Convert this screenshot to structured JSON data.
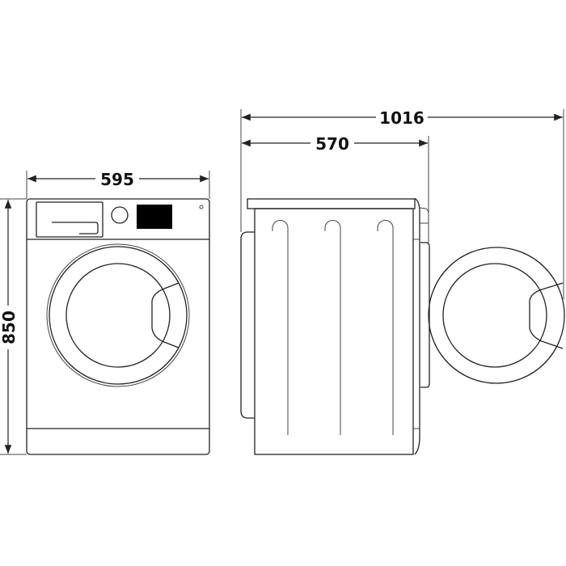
{
  "dimensions": {
    "width": "595",
    "height": "850",
    "depth": "570",
    "depth_door_open": "1016"
  },
  "colors": {
    "line": "#222222",
    "display": "#000000",
    "background": "#ffffff"
  }
}
